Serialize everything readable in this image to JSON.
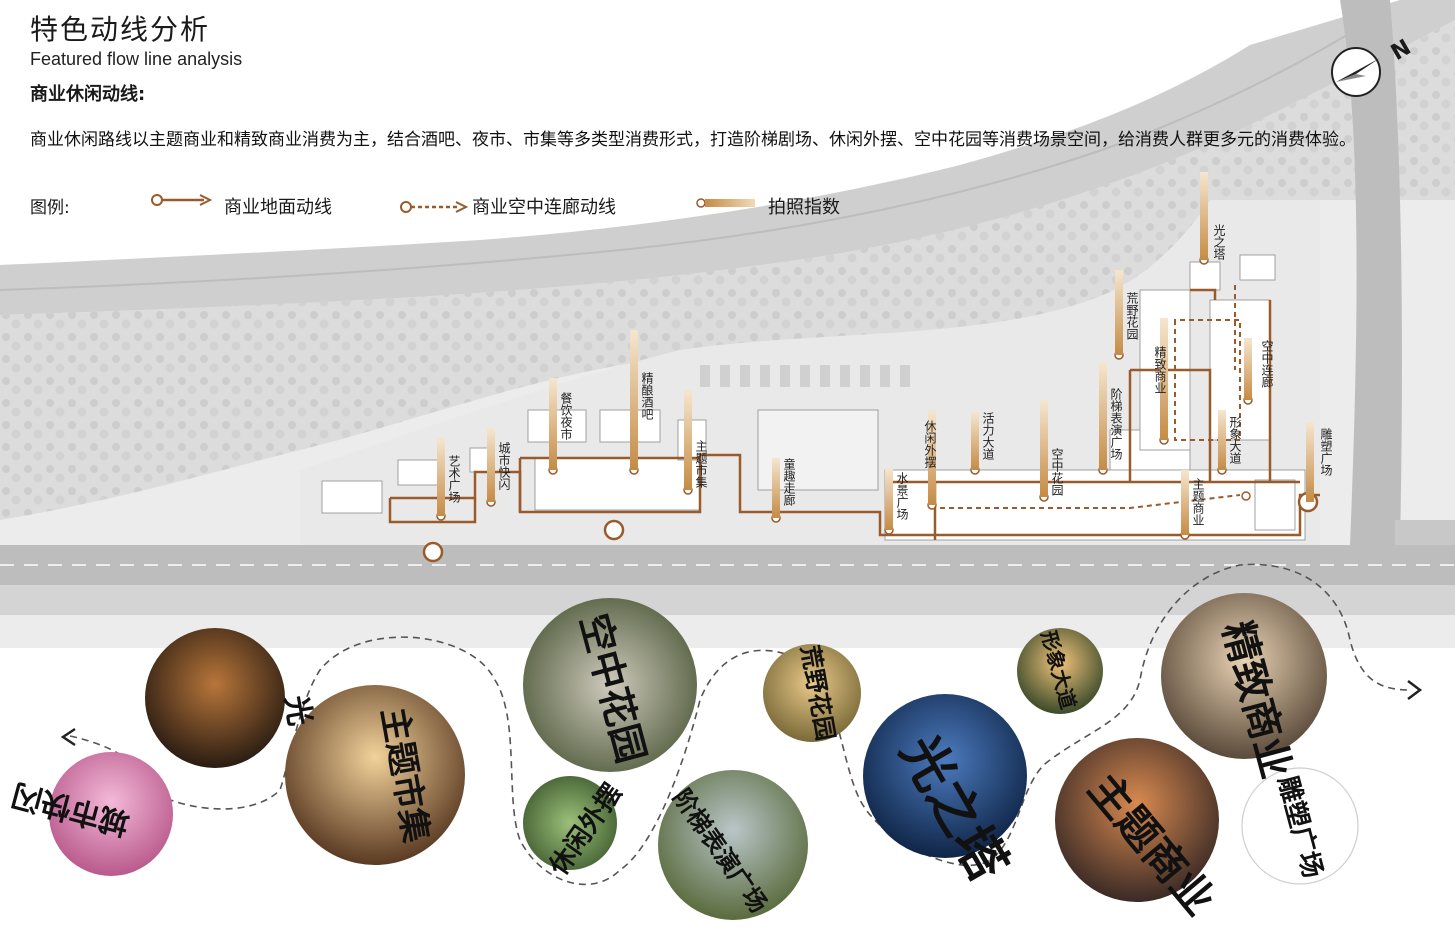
{
  "title_zh": "特色动线分析",
  "title_en": "Featured flow line analysis",
  "subtitle": "商业休闲动线:",
  "description": "商业休闲路线以主题商业和精致商业消费为主，结合酒吧、夜市、市集等多类型消费形式，打造阶梯剧场、休闲外摆、空中花园等消费场景空间，给消费人群更多元的消费体验。",
  "legend": {
    "title": "图例:",
    "items": [
      {
        "label": "商业地面动线",
        "style": "ground"
      },
      {
        "label": "商业空中连廊动线",
        "style": "sky"
      },
      {
        "label": "拍照指数",
        "style": "photo"
      }
    ]
  },
  "compass_label": "N",
  "plan_labels": [
    "艺术广场",
    "城市快闪",
    "餐饮夜市",
    "精酿酒吧",
    "主题市集",
    "童趣走廊",
    "水景广场",
    "休闲外摆",
    "活力大道",
    "空中花园",
    "阶梯表演广场",
    "荒野花园",
    "精致商业",
    "光之塔",
    "空中连廊",
    "形象大道",
    "主题商业",
    "雕塑广场"
  ],
  "photo_labels": [
    "城市快闪",
    "光",
    "主题市集",
    "空中花园",
    "休闲外摆",
    "阶梯表演广场",
    "荒野花园",
    "光之塔",
    "形象大道",
    "主题商业",
    "精致商业",
    "雕塑广场"
  ],
  "colors": {
    "route": "#9a5b2c",
    "bar": "#c8944e",
    "bar_light": "#f0dcc0",
    "road": "#a9a9a9",
    "plan_bg": "#e3e3e3"
  }
}
